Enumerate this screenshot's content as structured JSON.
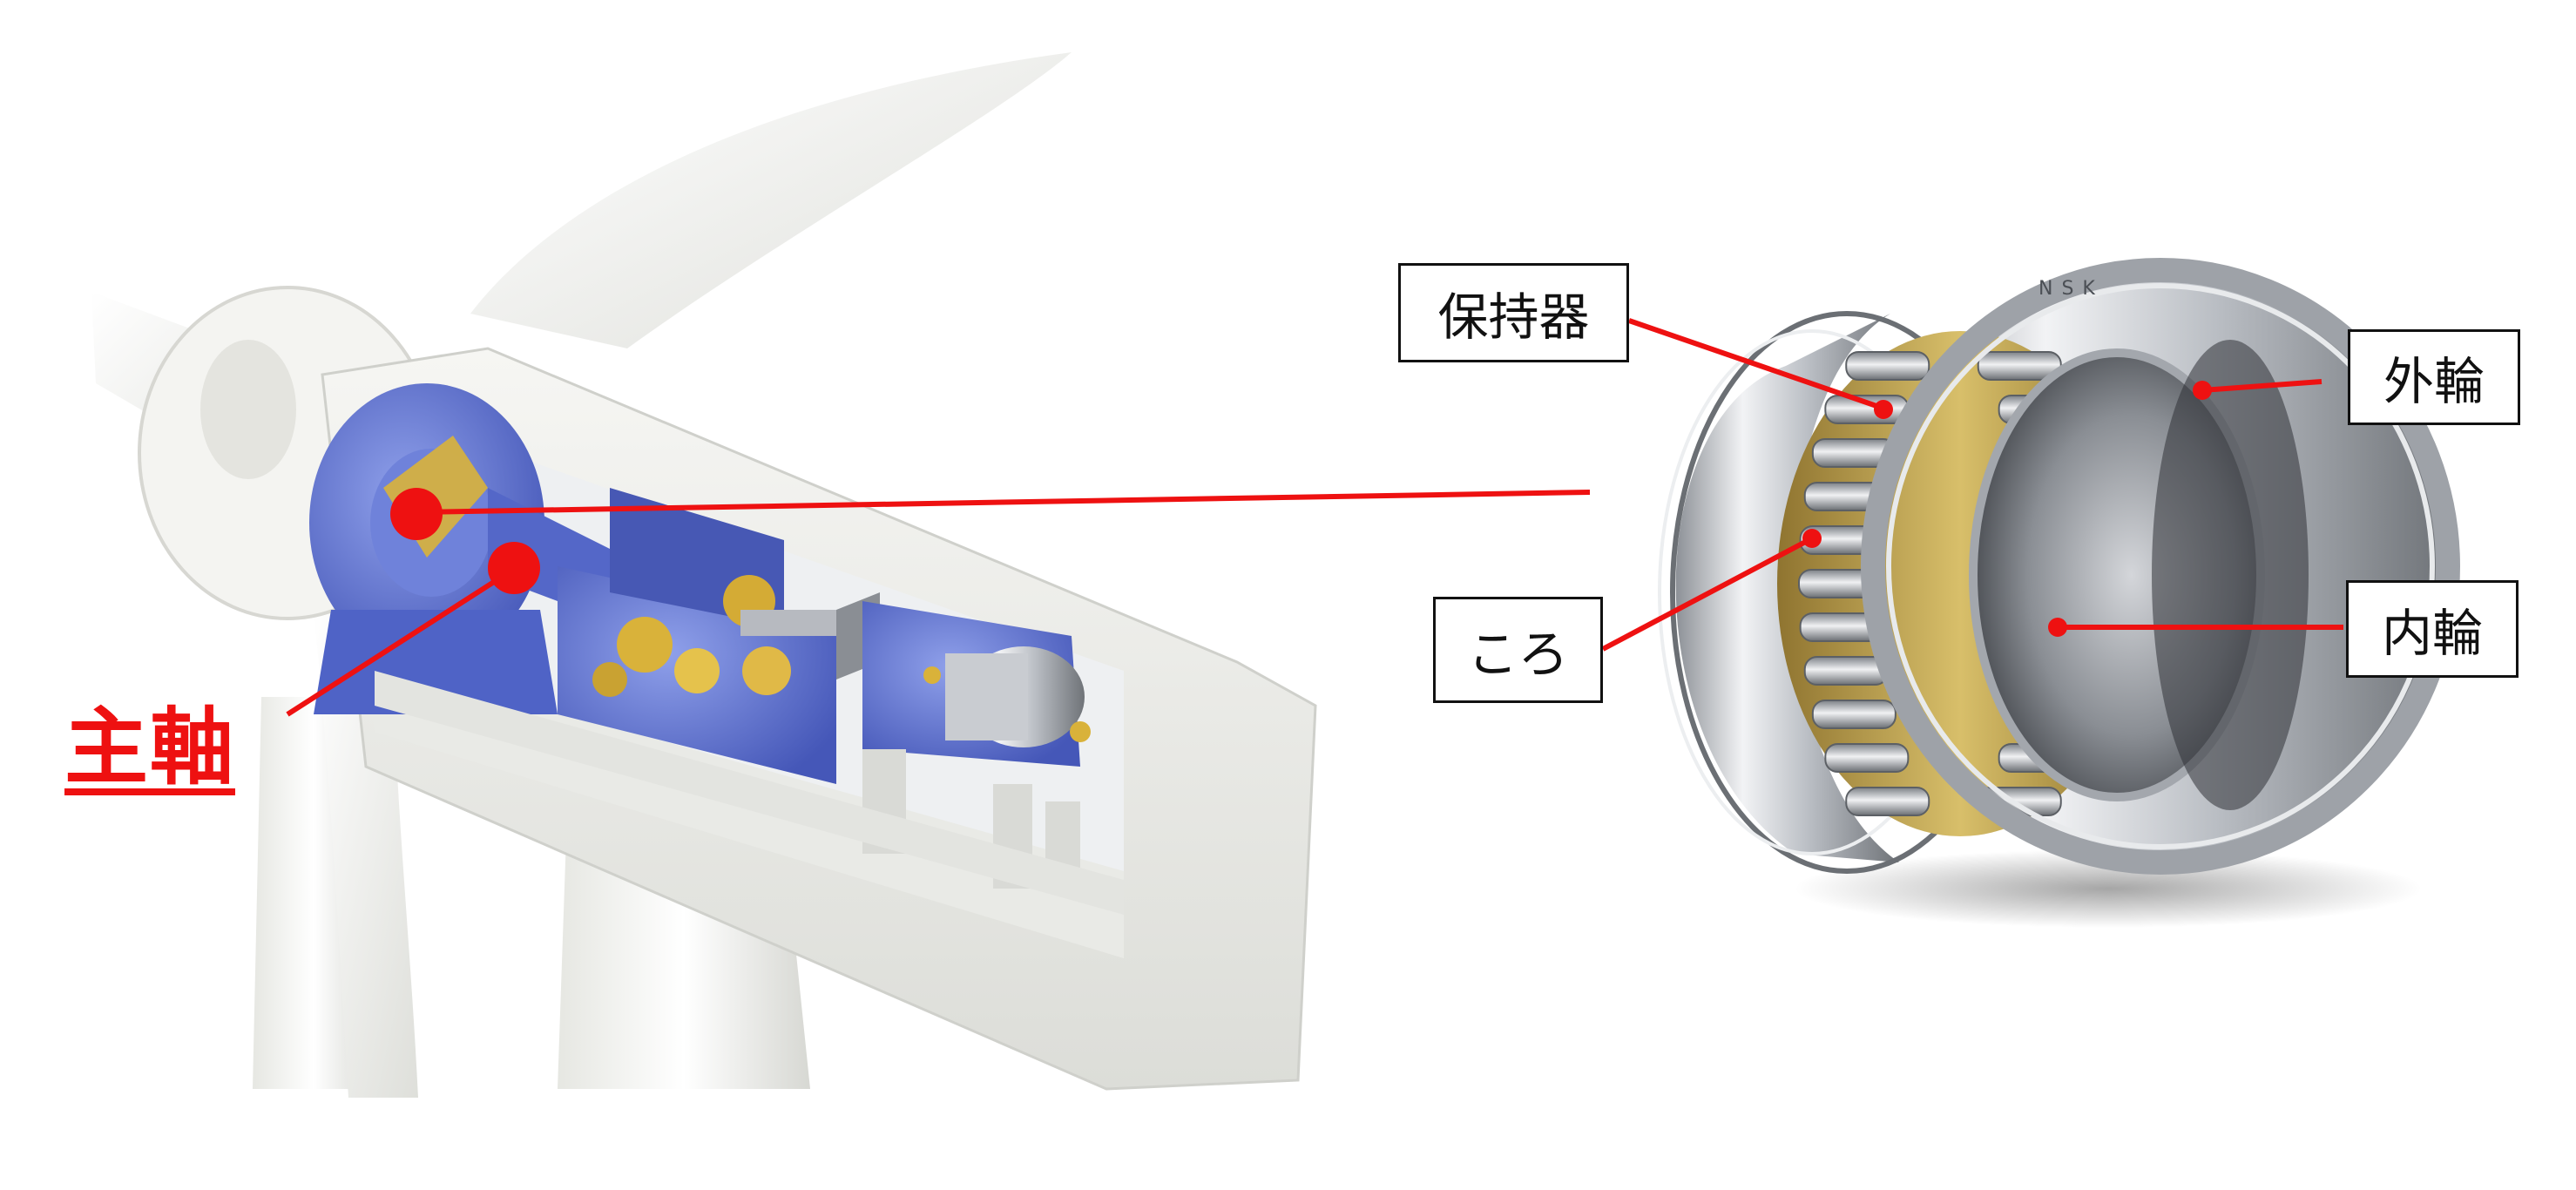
{
  "labels": {
    "main_shaft": "主軸",
    "cage": "保持器",
    "outer_ring": "外輪",
    "roller": "ころ",
    "inner_ring": "内輪"
  },
  "bearing_brand": "NSK",
  "colors": {
    "annotation_red": "#ee1111",
    "housing_blue": "#5a6fd0",
    "gear_gold": "#d9b23a",
    "cage_brass": "#b89a4a",
    "steel": "#c8cbd0",
    "nacelle_white": "#f1f2ee"
  }
}
